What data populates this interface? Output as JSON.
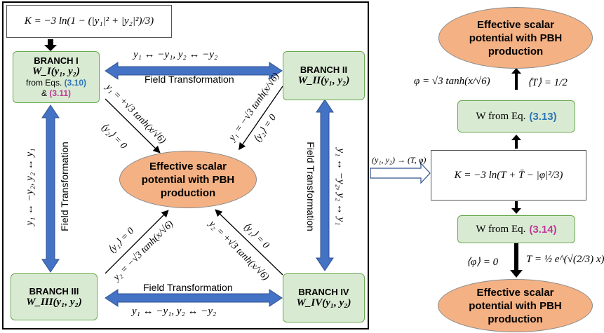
{
  "kahler_top": "K = −3 ln(1 − (|y₁|² + |y₂|²)/3)",
  "branch1": {
    "title": "BRANCH I",
    "w": "W_I(y₁, y₂)",
    "from_text": "from Eqs.",
    "eq_a": "(3.10)",
    "amp": "&",
    "eq_b": "(3.11)"
  },
  "branch2": {
    "title": "BRANCH II",
    "w": "W_II(y₁, y₂)"
  },
  "branch3": {
    "title": "BRANCH III",
    "w": "W_III(y₁, y₂)"
  },
  "branch4": {
    "title": "BRANCH IV",
    "w": "W_IV(y₁, y₂)"
  },
  "center_ellipse": [
    "Effective scalar",
    "potential with PBH",
    "production"
  ],
  "top_arrow": {
    "map": "y₁ ↔ −y₁,  y₂ ↔ −y₂",
    "label": "Field Transformation"
  },
  "bottom_arrow": {
    "map": "y₁ ↔ −y₁,  y₂ ↔ −y₂",
    "label": "Field Transformation"
  },
  "left_arrow": {
    "map": "y₁ ↔ −y₂,  y₂ ↔ y₁",
    "label": "Field Transformation"
  },
  "right_arrow": {
    "map": "y₁ ↔ −y₂,  y₂ ↔ y₁",
    "label": "Field Transformation"
  },
  "diag_b1": {
    "main": "y₁ = +√3 tanh(x/√6)",
    "cond": "⟨y₂⟩ = 0"
  },
  "diag_b2": {
    "main": "y₁ = −√3 tanh(x/√6)",
    "cond": "⟨y₂⟩ = 0"
  },
  "diag_b3": {
    "main": "y₂ = −√3 tanh(x/√6)",
    "cond": "⟨y₁⟩ = 0"
  },
  "diag_b4": {
    "main": "y₂ = +√3 tanh(x/√6)",
    "cond": "⟨y₁⟩ = 0"
  },
  "right": {
    "top_ellipse": [
      "Effective scalar",
      "potential with PBH",
      "production"
    ],
    "phi_relation": "φ = √3 tanh(x/√6)",
    "T_vev": "⟨T⟩ = 1/2",
    "w_eq13": {
      "prefix": "W from Eq.",
      "eq": "(3.13)"
    },
    "mapping": "(y₁, y₂) → (T, φ)",
    "kahler_right": "K = −3 ln(T + T̄ − |φ|²/3)",
    "w_eq14": {
      "prefix": "W from Eq.",
      "eq": "(3.14)"
    },
    "phi_vev": "⟨φ⟩ = 0",
    "T_relation": "T = ½ e^(√(2/3) x)",
    "bottom_ellipse": [
      "Effective scalar",
      "potential with PBH",
      "production"
    ]
  }
}
